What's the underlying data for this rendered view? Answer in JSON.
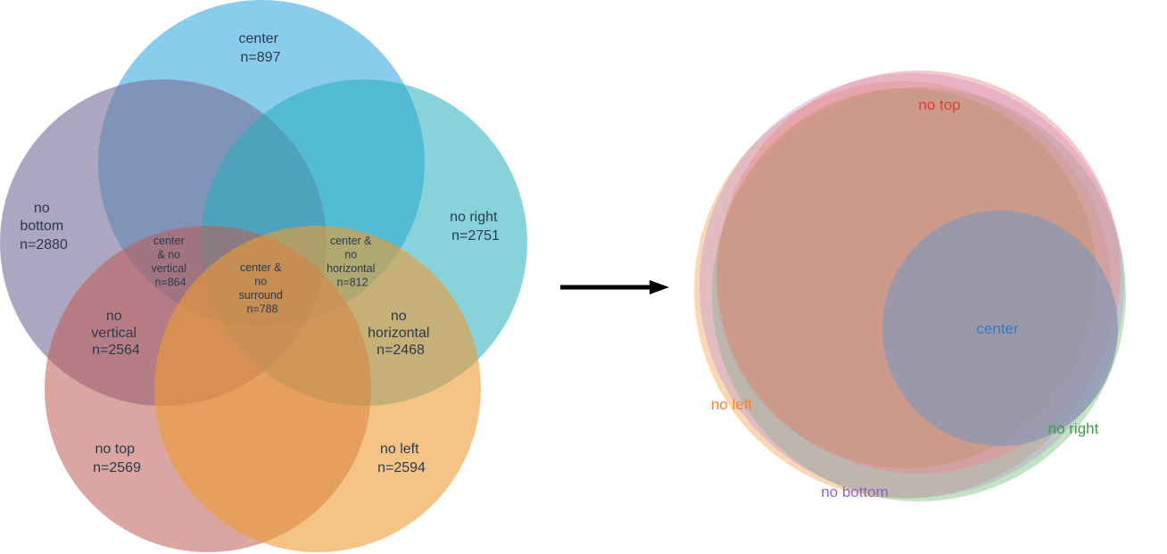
{
  "venn_left": {
    "sets": [
      {
        "key": "center",
        "lines": [
          "center",
          "n=897"
        ],
        "color": "#4bb0e1"
      },
      {
        "key": "no_bottom",
        "lines": [
          "no",
          "bottom",
          "n=2880"
        ],
        "color": "#7b6f99"
      },
      {
        "key": "no_right",
        "lines": [
          "no right",
          "n=2751"
        ],
        "color": "#27aebd"
      },
      {
        "key": "no_top",
        "lines": [
          "no top",
          "n=2569"
        ],
        "color": "#bd5b55"
      },
      {
        "key": "no_left",
        "lines": [
          "no left",
          "n=2594"
        ],
        "color": "#ef9b33"
      }
    ],
    "regions": [
      {
        "key": "center_no_vertical",
        "lines": [
          "center",
          "& no",
          "vertical",
          "n=864"
        ]
      },
      {
        "key": "center_no_horizontal",
        "lines": [
          "center &",
          "no",
          "horizontal",
          "n=812"
        ]
      },
      {
        "key": "center_no_surround",
        "lines": [
          "center &",
          "no",
          "surround",
          "n=788"
        ]
      },
      {
        "key": "no_vertical",
        "lines": [
          "no",
          "vertical",
          "n=2564"
        ]
      },
      {
        "key": "no_horizontal",
        "lines": [
          "no",
          "horizontal",
          "n=2468"
        ]
      }
    ]
  },
  "venn_right": {
    "labels": [
      {
        "key": "no_top",
        "text": "no top",
        "color": "#e0403a"
      },
      {
        "key": "center",
        "text": "center",
        "color": "#3a78c0"
      },
      {
        "key": "no_left",
        "text": "no left",
        "color": "#f28a2c"
      },
      {
        "key": "no_right",
        "text": "no right",
        "color": "#3aa04a"
      },
      {
        "key": "no_bottom",
        "text": "no bottom",
        "color": "#9a60c8"
      }
    ],
    "fill_colors": {
      "no_left": "#f5a85a",
      "no_right": "#7ac47a",
      "no_bottom": "#b88ad8",
      "no_top": "#e88a90",
      "main": "#c9937a",
      "center": "#8e98b2"
    }
  },
  "arrow": {
    "color": "#000000"
  }
}
